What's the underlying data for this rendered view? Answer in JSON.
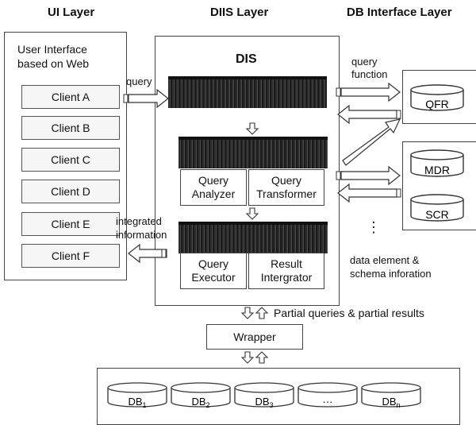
{
  "layers": {
    "ui": "UI Layer",
    "diis": "DIIS Layer",
    "db_interface": "DB Interface Layer"
  },
  "ui_panel": {
    "title_line1": "User Interface",
    "title_line2": "based on Web",
    "clients": [
      "Client A",
      "Client B",
      "Client C",
      "Client D",
      "Client E",
      "Client F"
    ]
  },
  "dis": {
    "title": "DIS",
    "analyzer_line1": "Query",
    "analyzer_line2": "Analyzer",
    "transformer_line1": "Query",
    "transformer_line2": "Transformer",
    "executor_line1": "Query",
    "executor_line2": "Executor",
    "integrator_line1": "Result",
    "integrator_line2": "Intergrator"
  },
  "labels": {
    "query": "query",
    "query_function_line1": "query",
    "query_function_line2": "function",
    "integrated_line1": "integrated",
    "integrated_line2": "information",
    "data_element_line1": "data element &",
    "data_element_line2": "schema inforation",
    "partial": "Partial queries & partial results",
    "dots": "⋮"
  },
  "repositories": {
    "qfr": "QFR",
    "mdr": "MDR",
    "scr": "SCR"
  },
  "wrapper": "Wrapper",
  "databases": {
    "db1": "DB",
    "db1_sub": "1",
    "db2": "DB",
    "db2_sub": "2",
    "db3": "DB",
    "db3_sub": "3",
    "ellipsis": "···",
    "dbn": "DB",
    "dbn_sub": "n"
  },
  "colors": {
    "dark_bar": "#2c2c2c",
    "border": "#444444",
    "client_fill": "#f6f6f6"
  }
}
